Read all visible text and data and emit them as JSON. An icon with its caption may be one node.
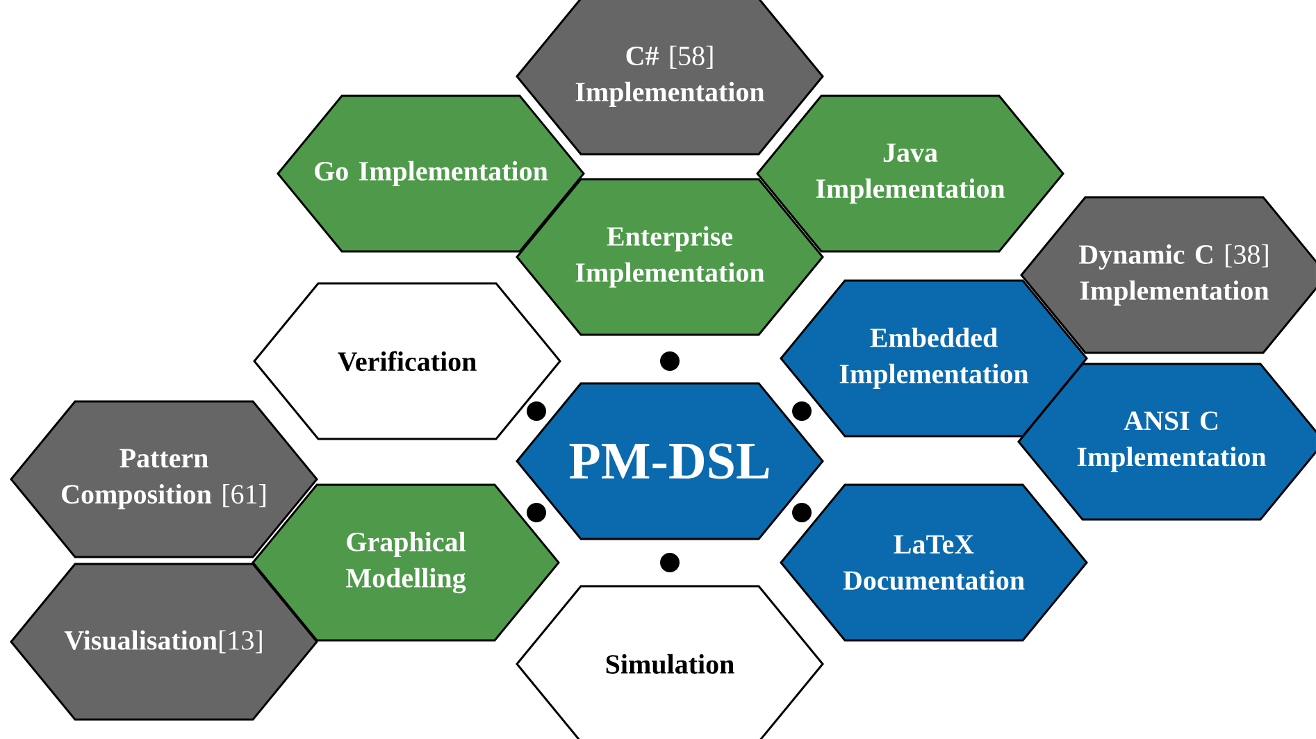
{
  "diagram": {
    "nodes": [
      {
        "text": [
          "**C#** [58] **Implementation**"
        ]
      },
      {
        "text": [
          "Go Implementation"
        ]
      },
      {
        "text": [
          "Java Implementation"
        ]
      },
      {
        "text": [
          "Enterprise Implementation"
        ]
      },
      {
        "text": [
          "**Dynamic C** [38] **Implementation**"
        ]
      },
      {
        "text": [
          "Verification"
        ]
      },
      {
        "text": [
          "Embedded Implementation"
        ]
      },
      {
        "text": [
          "ANSI C Implementation"
        ]
      },
      {
        "text": [
          "PM-DSL"
        ]
      },
      {
        "text": [
          "**Pattern Composition** [61]"
        ]
      },
      {
        "text": [
          "Graphical Modelling"
        ]
      },
      {
        "text": [
          "LaTeX Documentation"
        ]
      },
      {
        "text": [
          "**Visualisation**[13]"
        ]
      },
      {
        "text": [
          "Simulation"
        ]
      }
    ]
  }
}
